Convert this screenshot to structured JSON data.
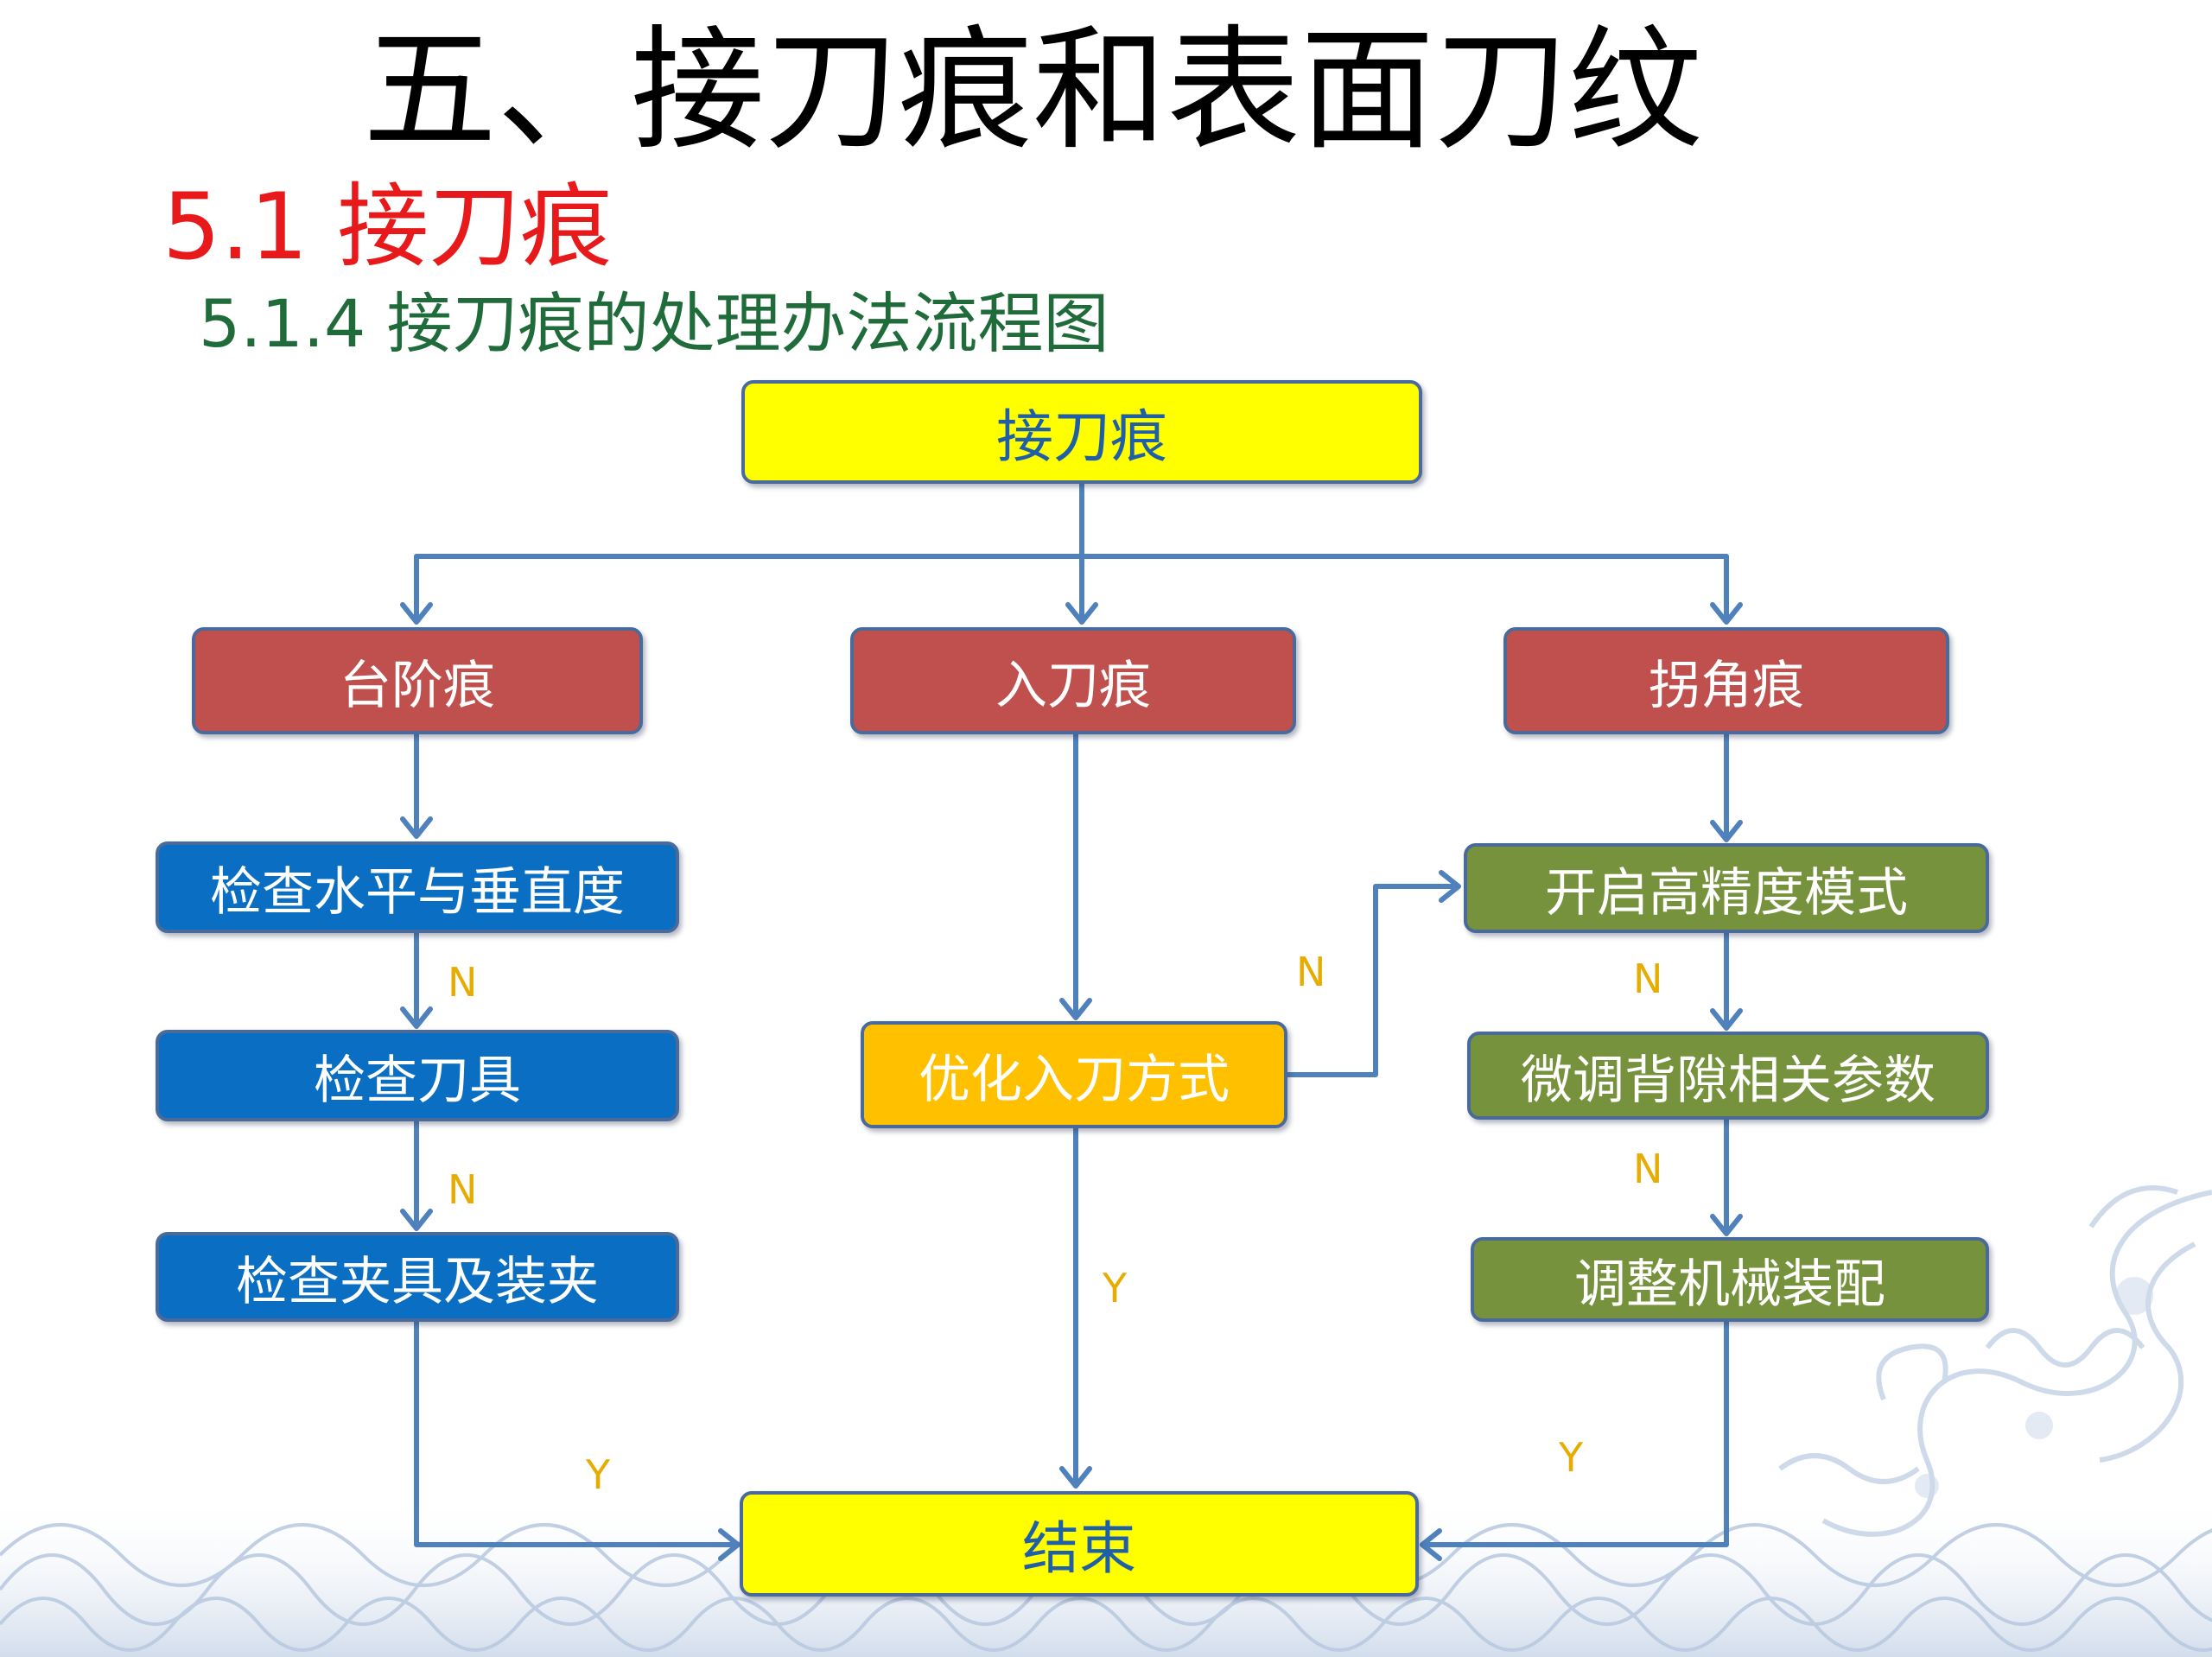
{
  "title": "五、接刀痕和表面刀纹",
  "section_title": "5.1 接刀痕",
  "subsection_title": "5.1.4 接刀痕的处理办法流程图",
  "colors": {
    "section_title": "#e8191a",
    "subsection_title": "#1f6b3a",
    "yellow_box": "#ffff00",
    "red_box": "#c0504d",
    "blue_box": "#0a6fc2",
    "orange_box": "#ffc000",
    "green_box": "#76923c",
    "connector": "#4f81bd",
    "edge_label": "#e6ac00",
    "node_text_blue": "#1f5fa8",
    "node_text_white": "#ffffff"
  },
  "flowchart": {
    "start": "接刀痕",
    "end": "结束",
    "branches": {
      "step": "台阶痕",
      "entry": "入刀痕",
      "corner": "拐角痕"
    },
    "left_column": {
      "check_level": "检查水平与垂直度",
      "check_tool": "检查刀具",
      "check_fixture": "检查夹具及装夹"
    },
    "middle_column": {
      "optimize_entry": "优化入刀方式"
    },
    "right_column": {
      "high_precision": "开启高精度模式",
      "backlash_params": "微调背隙相关参数",
      "adjust_assembly": "调整机械装配"
    },
    "edge_labels": {
      "left_n1": "N",
      "left_n2": "N",
      "left_y": "Y",
      "middle_n": "N",
      "middle_y": "Y",
      "right_n1": "N",
      "right_n2": "N",
      "right_y": "Y"
    }
  }
}
